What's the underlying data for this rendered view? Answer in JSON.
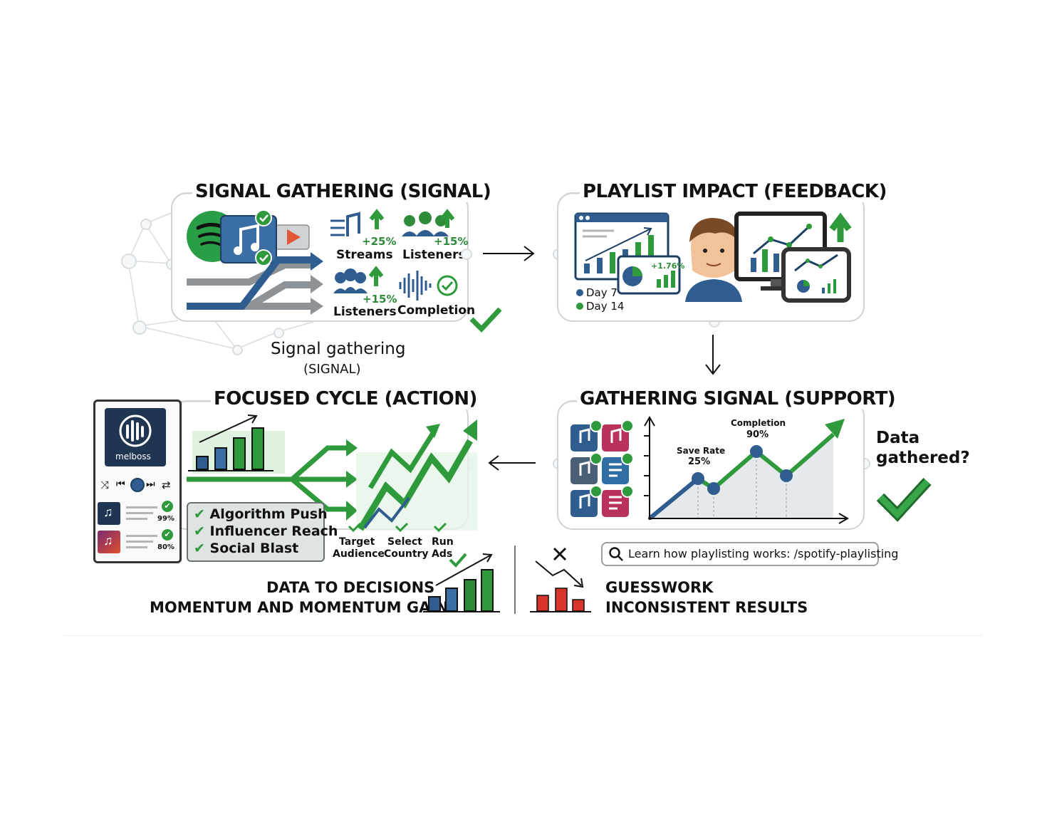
{
  "panels": {
    "signal": {
      "title": "SIGNAL GATHERING (SIGNAL)",
      "metrics": [
        {
          "label": "Streams",
          "change": "+25%"
        },
        {
          "label": "Listeners",
          "change": "+15%"
        },
        {
          "label": "Listeners",
          "change": "+15%"
        },
        {
          "label": "Completion",
          "change": ""
        }
      ],
      "caption_main": "Signal gathering",
      "caption_sub": "(SIGNAL)"
    },
    "playlist": {
      "title": "PLAYLIST IMPACT (FEEDBACK)",
      "badge": "+1.76%",
      "legend": [
        "Day 7",
        "Day 14"
      ]
    },
    "support": {
      "title": "GATHERING SIGNAL (SUPPORT)",
      "points": [
        {
          "label": "Save Rate",
          "value": "25%"
        },
        {
          "label": "Completion",
          "value": "90%"
        }
      ],
      "question_line1": "Data",
      "question_line2": "gathered?"
    },
    "action": {
      "title": "FOCUSED CYCLE (ACTION)",
      "checklist": [
        "Algorithm Push",
        "Influencer Reach",
        "Social Blast"
      ],
      "steps": [
        {
          "line1": "Target",
          "line2": "Audience"
        },
        {
          "line1": "Select",
          "line2": "Country"
        },
        {
          "line1": "Run",
          "line2": "Ads"
        }
      ]
    }
  },
  "app": {
    "brand": "melboss",
    "tracks": [
      {
        "percent": "99%"
      },
      {
        "percent": "80%"
      }
    ]
  },
  "search": {
    "text": "Learn how playlisting works: /spotify-playlisting"
  },
  "compare": {
    "good_line1": "DATA TO DECISIONS",
    "good_line2": "MOMENTUM AND MOMENTUM GAIN",
    "bad_line1": "GUESSWORK",
    "bad_line2": "INCONSISTENT RESULTS"
  },
  "colors": {
    "green": "#2e9a3c",
    "blue": "#2f5d8f",
    "red": "#d9342b",
    "panel_border": "#cfd3d6",
    "spotify": "#1db954"
  }
}
